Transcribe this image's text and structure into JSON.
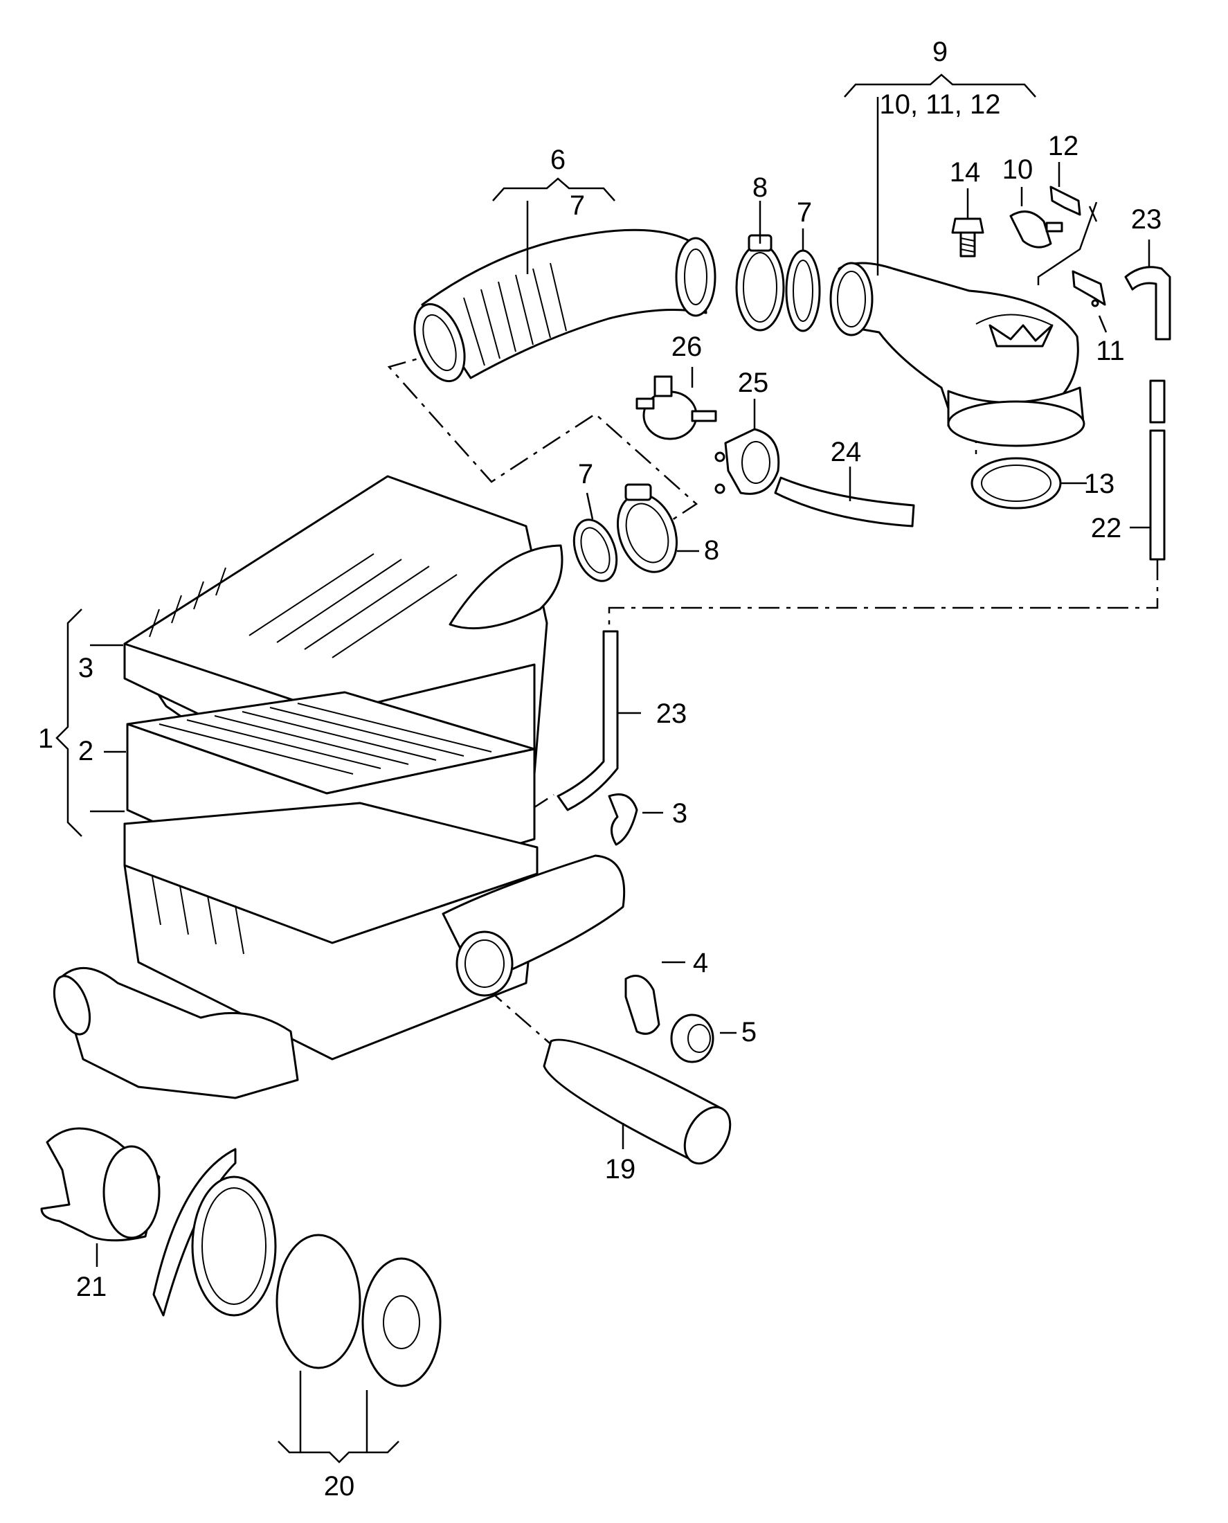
{
  "diagram": {
    "labels": [
      {
        "id": "l9",
        "text": "9"
      },
      {
        "id": "l9s",
        "text": "10,  11,  12"
      },
      {
        "id": "l6",
        "text": "6"
      },
      {
        "id": "l6s",
        "text": "7"
      },
      {
        "id": "l8a",
        "text": "8"
      },
      {
        "id": "l7a",
        "text": "7"
      },
      {
        "id": "l14",
        "text": "14"
      },
      {
        "id": "l10",
        "text": "10"
      },
      {
        "id": "l12",
        "text": "12"
      },
      {
        "id": "l23a",
        "text": "23"
      },
      {
        "id": "l11",
        "text": "11"
      },
      {
        "id": "l26",
        "text": "26"
      },
      {
        "id": "l25",
        "text": "25"
      },
      {
        "id": "l24",
        "text": "24"
      },
      {
        "id": "l13",
        "text": "13"
      },
      {
        "id": "l22",
        "text": "22"
      },
      {
        "id": "l7b",
        "text": "7"
      },
      {
        "id": "l8b",
        "text": "8"
      },
      {
        "id": "l3a",
        "text": "3"
      },
      {
        "id": "l1",
        "text": "1"
      },
      {
        "id": "l2",
        "text": "2"
      },
      {
        "id": "l23b",
        "text": "23"
      },
      {
        "id": "l3b",
        "text": "3"
      },
      {
        "id": "l4",
        "text": "4"
      },
      {
        "id": "l5",
        "text": "5"
      },
      {
        "id": "l19",
        "text": "19"
      },
      {
        "id": "l21",
        "text": "21"
      },
      {
        "id": "l20",
        "text": "20"
      }
    ]
  }
}
